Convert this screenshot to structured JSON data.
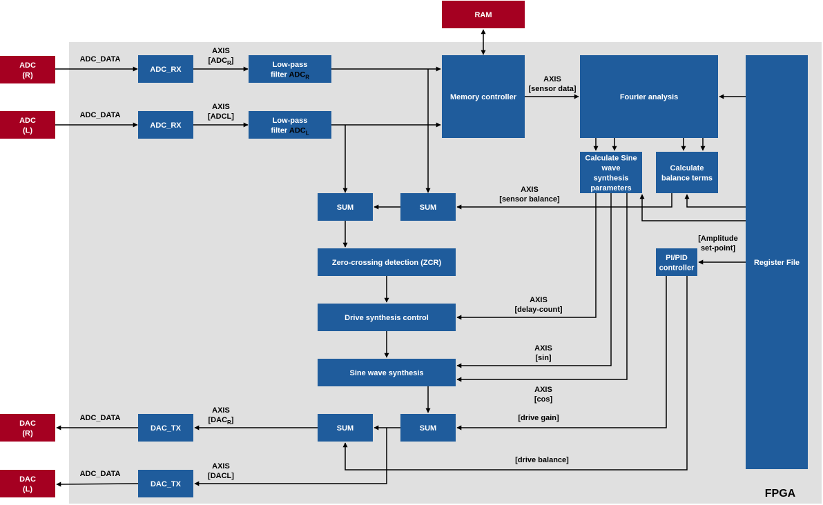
{
  "colors": {
    "block": "#1f5c9c",
    "external": "#a50021",
    "fpga_region": "#e0e0e0",
    "line": "#000000"
  },
  "fpga_label": "FPGA",
  "blocks": {
    "ram": [
      "RAM"
    ],
    "adc_r": [
      "ADC",
      "(R)"
    ],
    "adc_l": [
      "ADC",
      "(L)"
    ],
    "dac_r": [
      "DAC",
      "(R)"
    ],
    "dac_l": [
      "DAC",
      "(L)"
    ],
    "adc_rx_r": [
      "ADC_RX"
    ],
    "adc_rx_l": [
      "ADC_RX"
    ],
    "lpf_r": {
      "line1": "Low-pass",
      "line2_prefix": "filter ",
      "line2_sub": "ADC",
      "line2_subscript": "R"
    },
    "lpf_l": {
      "line1": "Low-pass",
      "line2_prefix": "filter ",
      "line2_sub": "ADC",
      "line2_subscript": "L"
    },
    "memory_controller": [
      "Memory controller"
    ],
    "fourier_analysis": [
      "Fourier analysis"
    ],
    "calc_sine_params": [
      "Calculate Sine",
      "wave",
      "synthesis",
      "parameters"
    ],
    "calc_balance_terms": [
      "Calculate",
      "balance terms"
    ],
    "register_file": [
      "Register File"
    ],
    "sum_left": [
      "SUM"
    ],
    "sum_right": [
      "SUM"
    ],
    "zcr": [
      "Zero-crossing detection (ZCR)"
    ],
    "drive_synthesis_control": [
      "Drive synthesis control"
    ],
    "sine_wave_synthesis": [
      "Sine wave synthesis"
    ],
    "pid": [
      "PI/PID",
      "controller"
    ],
    "sum_bottom_left": [
      "SUM"
    ],
    "sum_bottom_right": [
      "SUM"
    ],
    "dac_tx_r": [
      "DAC_TX"
    ],
    "dac_tx_l": [
      "DAC_TX"
    ]
  },
  "labels": {
    "adc_data_r": [
      "ADC_DATA"
    ],
    "adc_data_l": [
      "ADC_DATA"
    ],
    "axis_adc_r": {
      "line1": "AXIS",
      "line2": "[ADC",
      "sub": "R",
      "close": "]"
    },
    "axis_adc_l": {
      "line1": "AXIS",
      "line2": "[ADCL]"
    },
    "axis_sensor_data": [
      "AXIS",
      "[sensor data]"
    ],
    "axis_sensor_balance": [
      "AXIS",
      "[sensor balance]"
    ],
    "amplitude_setpoint": [
      "[Amplitude",
      "set-point]"
    ],
    "axis_delay_count": [
      "AXIS",
      "[delay-count]"
    ],
    "axis_sin": [
      "AXIS",
      "[sin]"
    ],
    "axis_cos": [
      "AXIS",
      "[cos]"
    ],
    "drive_gain": [
      "[drive gain]"
    ],
    "drive_balance": [
      "[drive balance]"
    ],
    "axis_dac_r": {
      "line1": "AXIS",
      "line2": "[DAC",
      "sub": "R",
      "close": "]"
    },
    "axis_dac_l": {
      "line1": "AXIS",
      "line2": "[DACL]"
    },
    "dac_data_r": [
      "ADC_DATA"
    ],
    "dac_data_l": [
      "ADC_DATA"
    ]
  }
}
